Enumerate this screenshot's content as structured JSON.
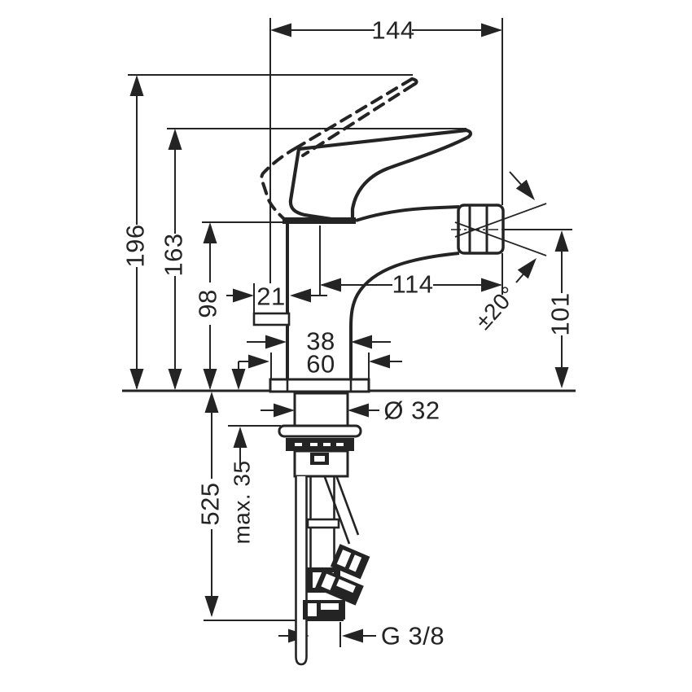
{
  "drawing_title": "bidet-mixer-single-lever-technical-drawing",
  "colors": {
    "line": "#242424",
    "background": "#ffffff"
  },
  "labels": {
    "total_width": "144",
    "total_height": "196",
    "handle_height": "163",
    "spout_height": "98",
    "handle_projection": "21",
    "spout_reach": "114",
    "body_width": "38",
    "base_width": "60",
    "outlet_height": "101",
    "swivel_angle": "±20°",
    "hole_diameter": "Ø 32",
    "hose_length": "525",
    "max_mounting_depth": "max. 35",
    "thread_size": "G 3/8"
  }
}
